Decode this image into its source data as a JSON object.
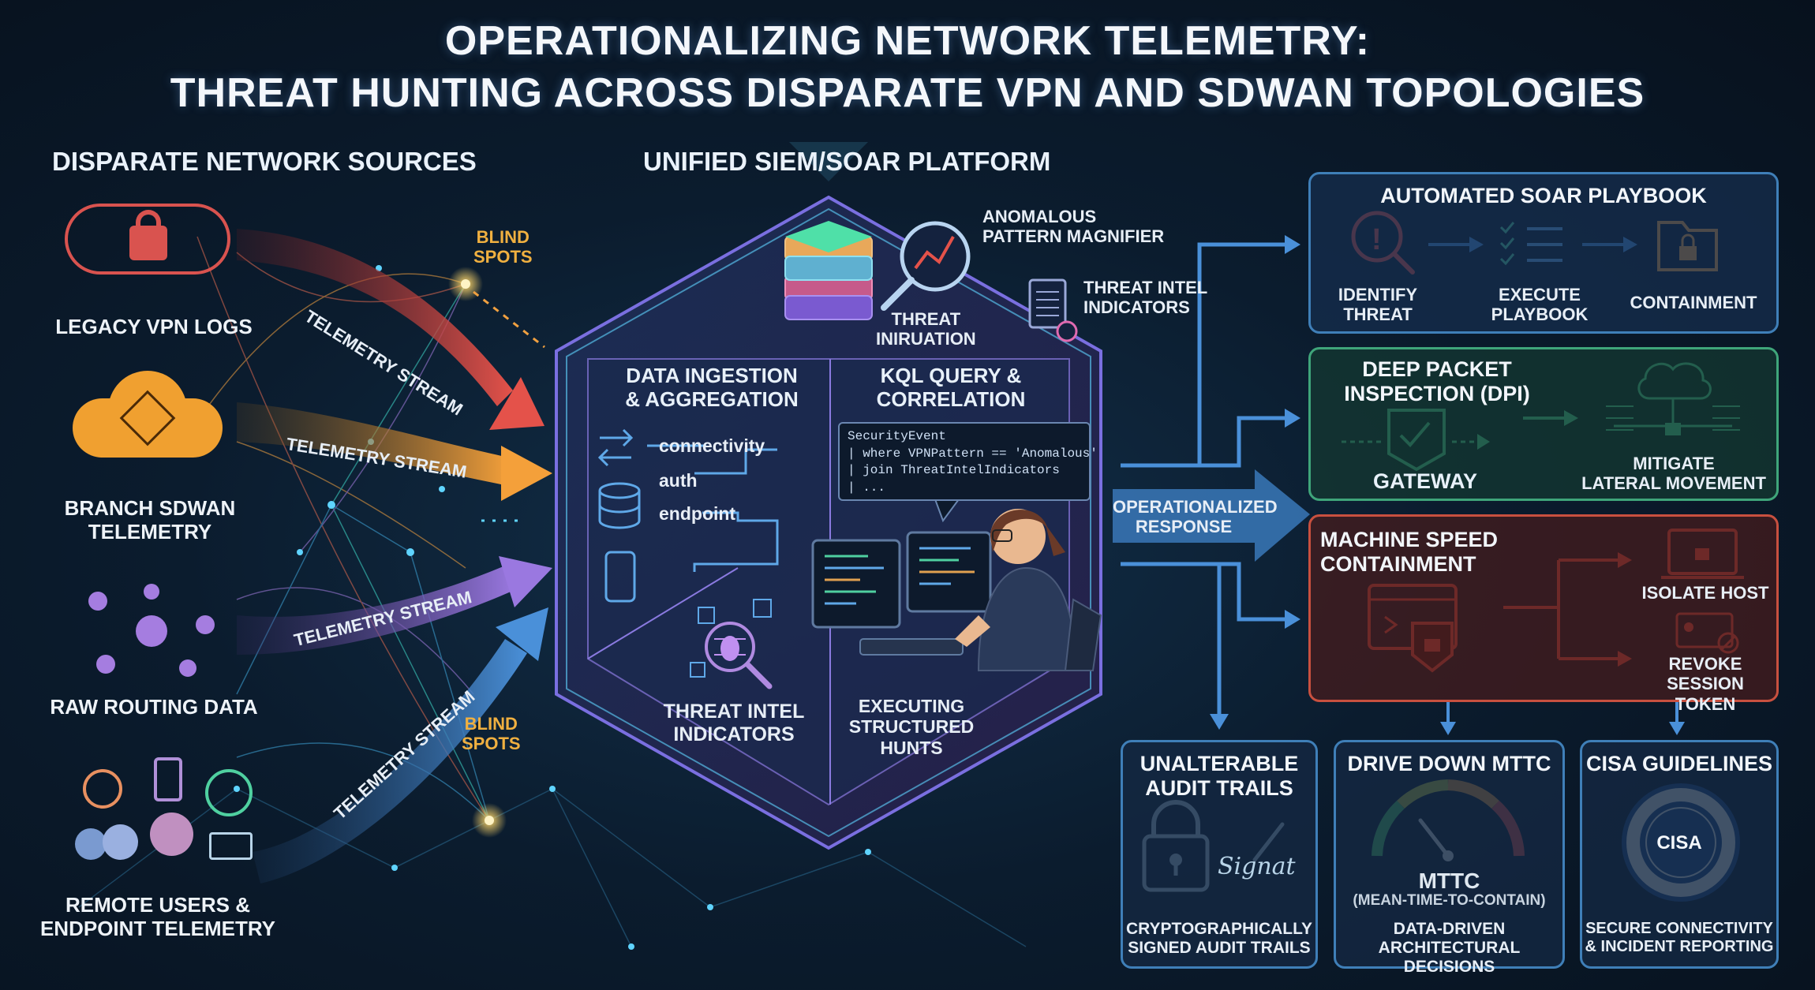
{
  "title": {
    "line1": "OPERATIONALIZING NETWORK TELEMETRY:",
    "line2": "THREAT HUNTING ACROSS DISPARATE VPN AND SDWAN TOPOLOGIES"
  },
  "sources": {
    "heading": "DISPARATE NETWORK SOURCES",
    "items": [
      {
        "label": "LEGACY VPN LOGS",
        "icon": "vpn-tunnel-lock-icon",
        "color": "#d9534f"
      },
      {
        "label": "BRANCH SDWAN\nTELEMETRY",
        "icon": "cloud-network-icon",
        "color": "#f0a030"
      },
      {
        "label": "RAW ROUTING DATA",
        "icon": "routing-node-icon",
        "color": "#a57de0"
      },
      {
        "label": "REMOTE USERS &\nENDPOINT TELEMETRY",
        "icon": "remote-users-icon",
        "color": "#e89060"
      }
    ],
    "streams": [
      "TELEMETRY STREAM",
      "TELEMETRY STREAM",
      "TELEMETRY STREAM",
      "TELEMETRY STREAM"
    ],
    "blind_spots": [
      "BLIND\nSPOTS",
      "BLIND\nSPOTS"
    ]
  },
  "platform": {
    "heading": "UNIFIED SIEM/SOAR PLATFORM",
    "magnifier_label": "ANOMALOUS\nPATTERN MAGNIFIER",
    "threat_intel_top": "THREAT INTEL\nINDICATORS",
    "threat_infiltration": "THREAT\nINIRUATION",
    "ingestion_title": "DATA INGESTION\n& AGGREGATION",
    "ingestion_items": [
      "connectivity",
      "auth",
      "endpoint"
    ],
    "kql_title": "KQL QUERY &\nCORRELATION",
    "kql_lines": [
      "SecurityEvent",
      "| where VPNPattern == 'Anomalous'",
      "| join ThreatIntelIndicators",
      "| ..."
    ],
    "threat_intel_bottom": "THREAT INTEL\nINDICATORS",
    "executing": "EXECUTING\nSTRUCTURED\nHUNTS"
  },
  "response": {
    "label": "OPERATIONALIZED\nRESPONSE"
  },
  "soar": {
    "title": "AUTOMATED SOAR PLAYBOOK",
    "steps": [
      "IDENTIFY\nTHREAT",
      "EXECUTE\nPLAYBOOK",
      "CONTAINMENT"
    ],
    "color": "#3f7fb8"
  },
  "dpi": {
    "title": "DEEP PACKET\nINSPECTION (DPI)",
    "gateway": "GATEWAY",
    "mitigate": "MITIGATE\nLATERAL MOVEMENT",
    "color": "#3fa57a"
  },
  "containment": {
    "title": "MACHINE SPEED\nCONTAINMENT",
    "isolate": "ISOLATE HOST",
    "revoke": "REVOKE\nSESSION TOKEN",
    "color": "#c8503f"
  },
  "bottom_cards": [
    {
      "title": "UNALTERABLE\nAUDIT TRAILS",
      "caption": "CRYPTOGRAPHICALLY\nSIGNED AUDIT TRAILS",
      "signature": "Signat"
    },
    {
      "title": "DRIVE DOWN MTTC",
      "gauge_label": "MTTC",
      "gauge_sub": "(MEAN-TIME-TO-CONTAIN)",
      "caption": "DATA-DRIVEN\nARCHITECTURAL DECISIONS"
    },
    {
      "title": "CISA GUIDELINES",
      "seal_text": "CISA",
      "caption": "SECURE CONNECTIVITY\n& INCIDENT REPORTING"
    }
  ]
}
